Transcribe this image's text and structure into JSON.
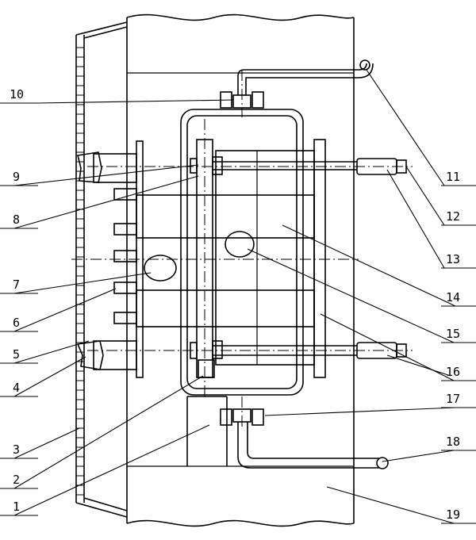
{
  "diagram": {
    "labels": [
      {
        "id": "label-1",
        "text": "1"
      },
      {
        "id": "label-2",
        "text": "2"
      },
      {
        "id": "label-3",
        "text": "3"
      },
      {
        "id": "label-4",
        "text": "4"
      },
      {
        "id": "label-5",
        "text": "5"
      },
      {
        "id": "label-6",
        "text": "6"
      },
      {
        "id": "label-7",
        "text": "7"
      },
      {
        "id": "label-8",
        "text": "8"
      },
      {
        "id": "label-9",
        "text": "9"
      },
      {
        "id": "label-10",
        "text": "10"
      },
      {
        "id": "label-11",
        "text": "11"
      },
      {
        "id": "label-12",
        "text": "12"
      },
      {
        "id": "label-13",
        "text": "13"
      },
      {
        "id": "label-14",
        "text": "14"
      },
      {
        "id": "label-15",
        "text": "15"
      },
      {
        "id": "label-16",
        "text": "16"
      },
      {
        "id": "label-17",
        "text": "17"
      },
      {
        "id": "label-18",
        "text": "18"
      },
      {
        "id": "label-19",
        "text": "19"
      }
    ]
  }
}
